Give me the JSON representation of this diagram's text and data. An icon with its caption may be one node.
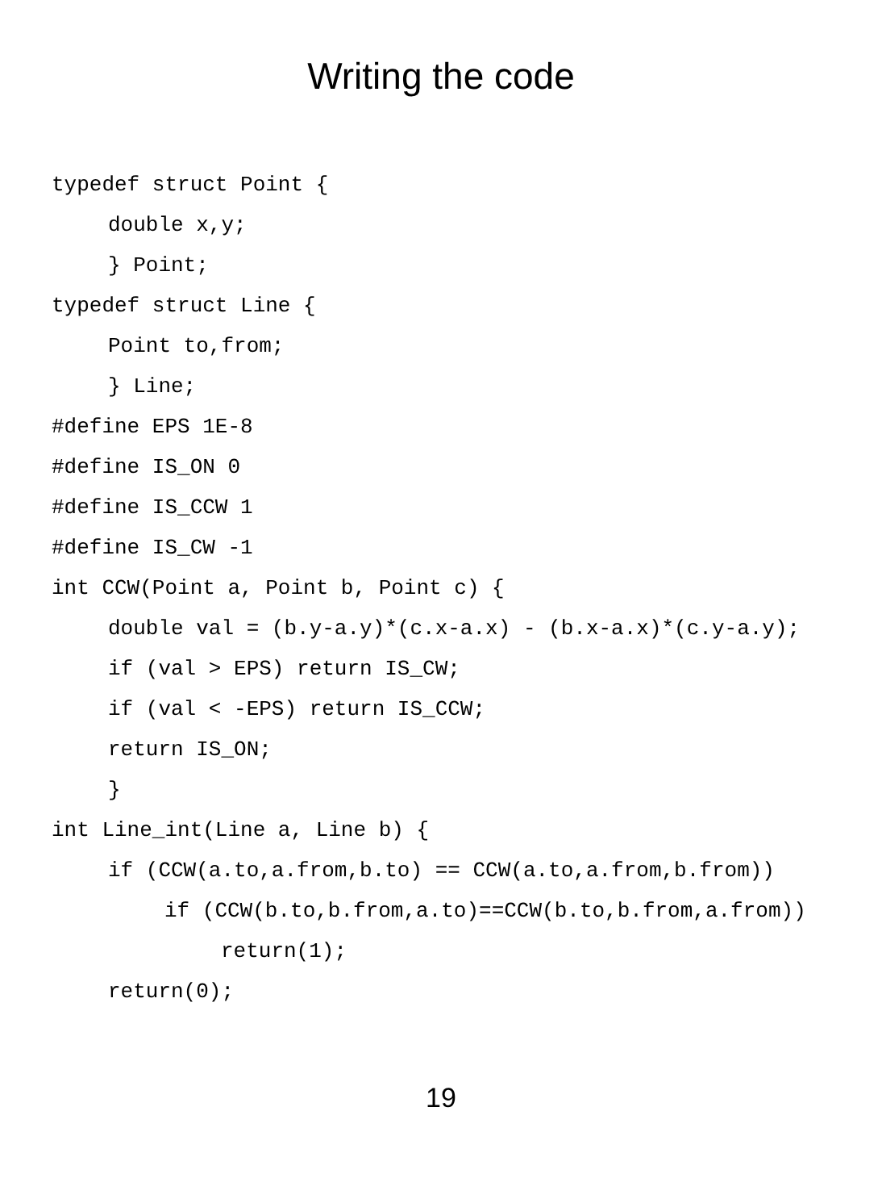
{
  "diagram": {
    "title": "Writing the code",
    "labels": [
      "typedef struct Point {",
      "double x,y;",
      "} Point;",
      "typedef struct Line {",
      "Point to,from;",
      "} Line;",
      "#define EPS 1E-8",
      "#define IS_ON 0",
      "#define IS_CCW 1",
      "#define IS_CW -1",
      "int CCW(Point a, Point b, Point c) {",
      "double val = (b.y-a.y)*(c.x-a.x) - (b.x-a.x)*(c.y-a.y);",
      "if (val > EPS) return IS_CW;",
      "if (val < -EPS) return IS_CCW;",
      "return IS_ON;",
      "}",
      "int Line_int(Line a, Line b) {",
      "if (CCW(a.to,a.from,b.to) == CCW(a.to,a.from,b.from))",
      "if (CCW(b.to,b.from,a.to)==CCW(b.to,b.from,a.from))",
      "return(1);",
      "return(0);",
      "19"
    ]
  }
}
